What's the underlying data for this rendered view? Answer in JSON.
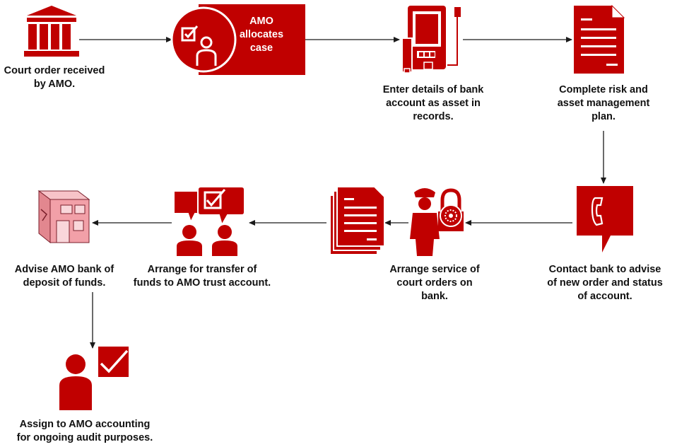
{
  "colors": {
    "primary": "#c00000",
    "arrow": "#1a1a1a",
    "text": "#111111",
    "pale": "#f2a0a8"
  },
  "steps": [
    {
      "id": "court-order",
      "icon": "courthouse-icon",
      "label": "Court order received\nby AMO."
    },
    {
      "id": "amo-allocates",
      "icon": "person-checkbox-icon",
      "label": "AMO\nallocates\ncase"
    },
    {
      "id": "enter-details",
      "icon": "tablet-usb-icon",
      "label": "Enter details of bank\naccount as asset in\nrecords."
    },
    {
      "id": "risk-plan",
      "icon": "document-icon",
      "label": "Complete risk and\nasset management\nplan."
    },
    {
      "id": "contact-bank",
      "icon": "phone-bubble-icon",
      "label": "Contact bank to advise\nof new order and status\nof account."
    },
    {
      "id": "arrange-service",
      "icon": "officer-lock-icon",
      "label": "Arrange service of\ncourt orders on\nbank."
    },
    {
      "id": "documents",
      "icon": "document-stack-icon",
      "label": ""
    },
    {
      "id": "arrange-transfer",
      "icon": "people-chat-icon",
      "label": "Arrange for transfer of\nfunds to AMO trust account."
    },
    {
      "id": "advise-amo",
      "icon": "bank-building-icon",
      "label": "Advise AMO bank of\ndeposit of funds."
    },
    {
      "id": "assign-accounting",
      "icon": "person-check-icon",
      "label": "Assign to AMO accounting\nfor ongoing audit purposes."
    }
  ]
}
